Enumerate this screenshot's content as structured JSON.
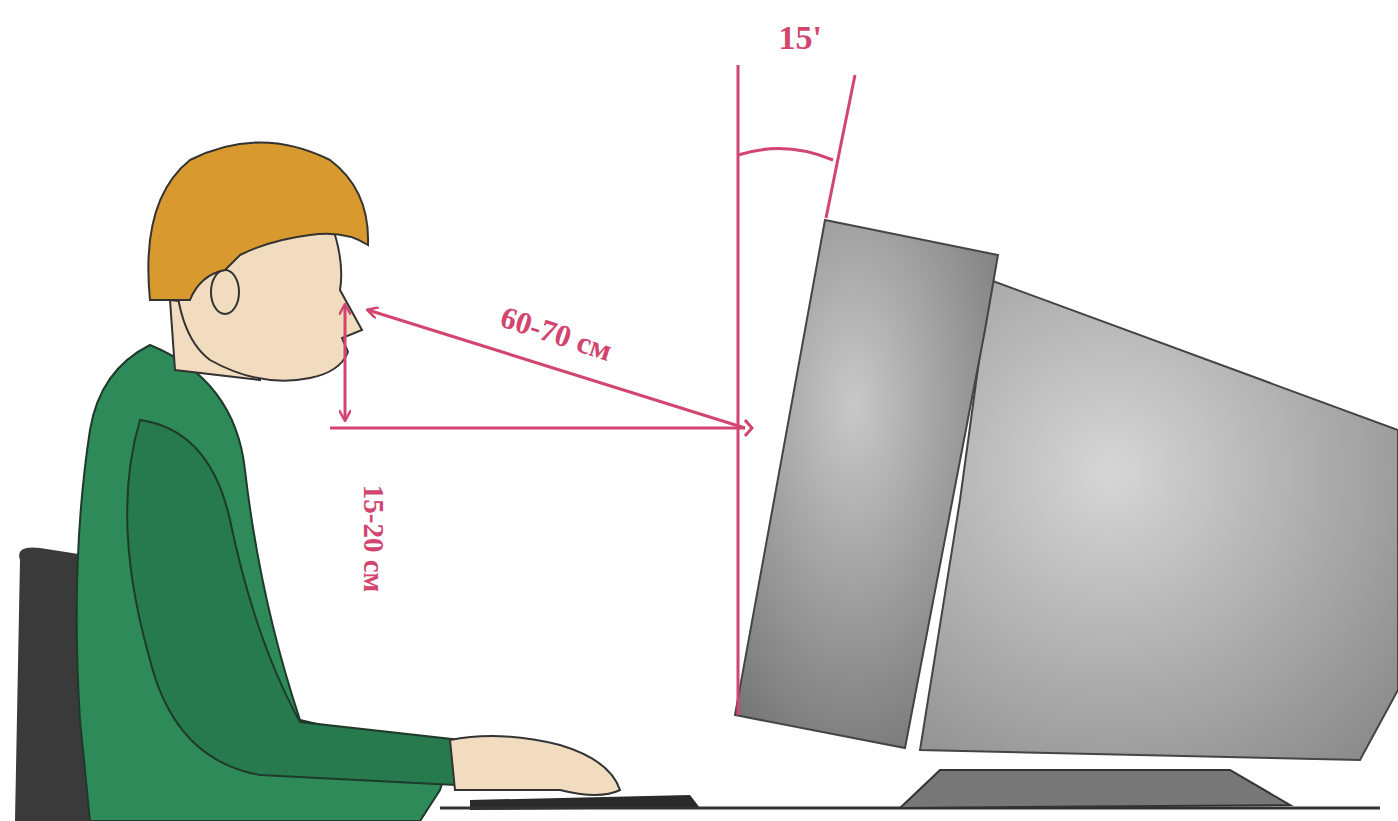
{
  "diagram": {
    "labels": [
      "15'",
      "60-70 см",
      "15-20 см"
    ]
  }
}
